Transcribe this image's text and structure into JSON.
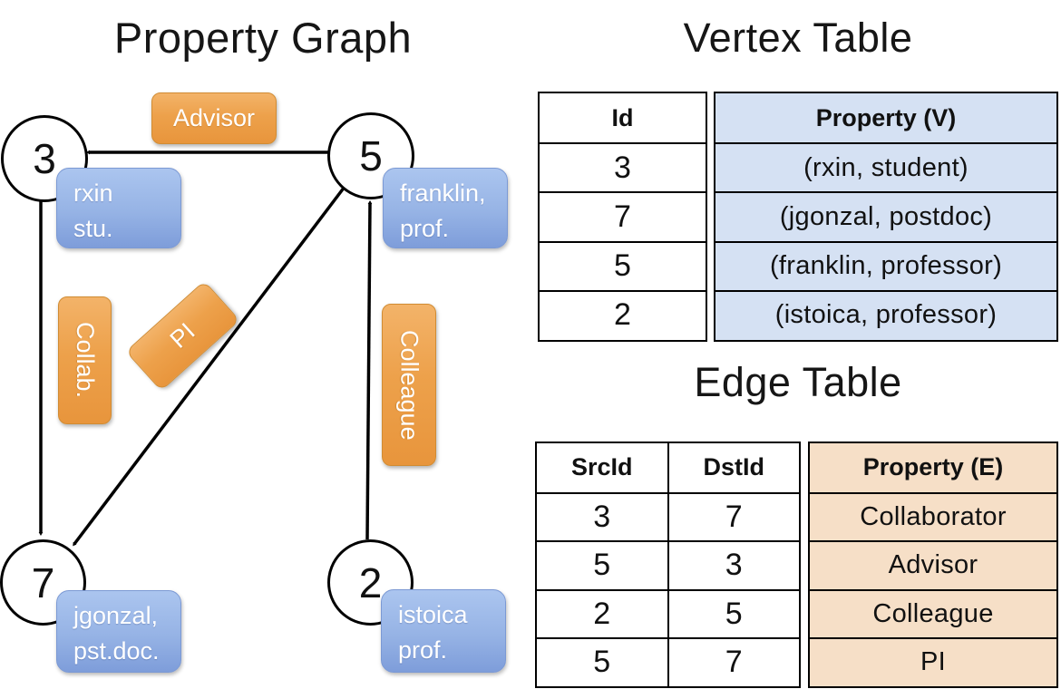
{
  "graph": {
    "title": "Property Graph",
    "nodes": [
      {
        "id": "3",
        "prop_line1": "rxin",
        "prop_line2": "stu."
      },
      {
        "id": "5",
        "prop_line1": "franklin,",
        "prop_line2": "prof."
      },
      {
        "id": "7",
        "prop_line1": "jgonzal,",
        "prop_line2": "pst.doc."
      },
      {
        "id": "2",
        "prop_line1": "istoica",
        "prop_line2": "prof."
      }
    ],
    "edge_labels": {
      "advisor": "Advisor",
      "collab": "Collab.",
      "pi": "PI",
      "colleague": "Colleague"
    }
  },
  "vertex_table": {
    "title": "Vertex Table",
    "headers": {
      "id": "Id",
      "prop": "Property (V)"
    },
    "rows": [
      {
        "id": "3",
        "prop": "(rxin, student)"
      },
      {
        "id": "7",
        "prop": "(jgonzal, postdoc)"
      },
      {
        "id": "5",
        "prop": "(franklin, professor)"
      },
      {
        "id": "2",
        "prop": "(istoica, professor)"
      }
    ]
  },
  "edge_table": {
    "title": "Edge Table",
    "headers": {
      "src": "SrcId",
      "dst": "DstId",
      "prop": "Property (E)"
    },
    "rows": [
      {
        "src": "3",
        "dst": "7",
        "prop": "Collaborator"
      },
      {
        "src": "5",
        "dst": "3",
        "prop": "Advisor"
      },
      {
        "src": "2",
        "dst": "5",
        "prop": "Colleague"
      },
      {
        "src": "5",
        "dst": "7",
        "prop": "PI"
      }
    ]
  },
  "colors": {
    "edge_label_fill": "#eda14b",
    "vertex_prop_fill": "#96b3e5",
    "vertex_table_fill": "#d5e1f3",
    "edge_table_fill": "#f6dfc7",
    "line": "#000000"
  }
}
